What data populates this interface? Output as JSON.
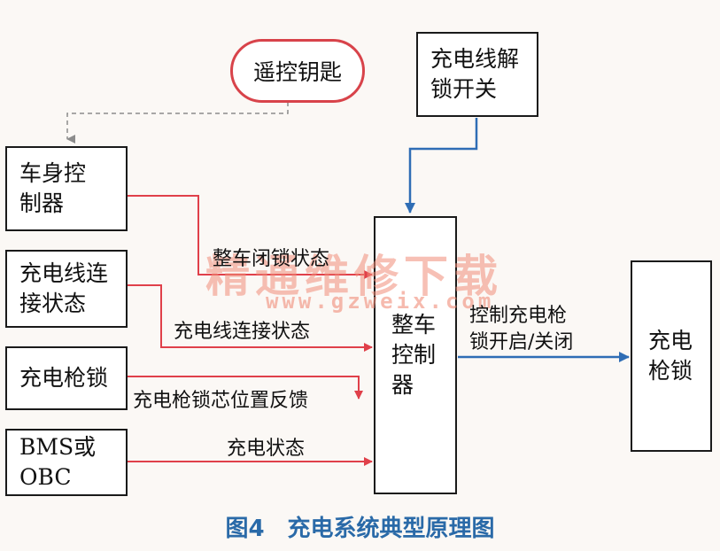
{
  "nodes": {
    "remote_key": "遥控钥匙",
    "unlock_switch": [
      "充电线解",
      "锁开关"
    ],
    "body_controller": [
      "车身控",
      "制器"
    ],
    "cable_status": [
      "充电线连",
      "接状态"
    ],
    "gun_lock": "充电枪锁",
    "bms_obc": [
      "BMS或",
      "OBC"
    ],
    "vehicle_controller": [
      "整车",
      "控制",
      "器"
    ],
    "gun_lock_right": [
      "充电",
      "枪锁"
    ]
  },
  "edges": {
    "vehicle_lock_status": "整车闭锁状态",
    "cable_connection_status": "充电线连接状态",
    "gun_lock_position": "充电枪锁芯位置反馈",
    "charging_status": "充电状态",
    "control_gun_lock": [
      "控制充电枪",
      "锁开启/关闭"
    ]
  },
  "watermark": {
    "line1": "精通维修下载",
    "line2": "www.gzweix.com"
  },
  "caption": "图4　充电系统典型原理图",
  "colors": {
    "red_line": "#e0404a",
    "blue_line": "#2f6db5",
    "dashed_line": "#8c8c8c"
  }
}
